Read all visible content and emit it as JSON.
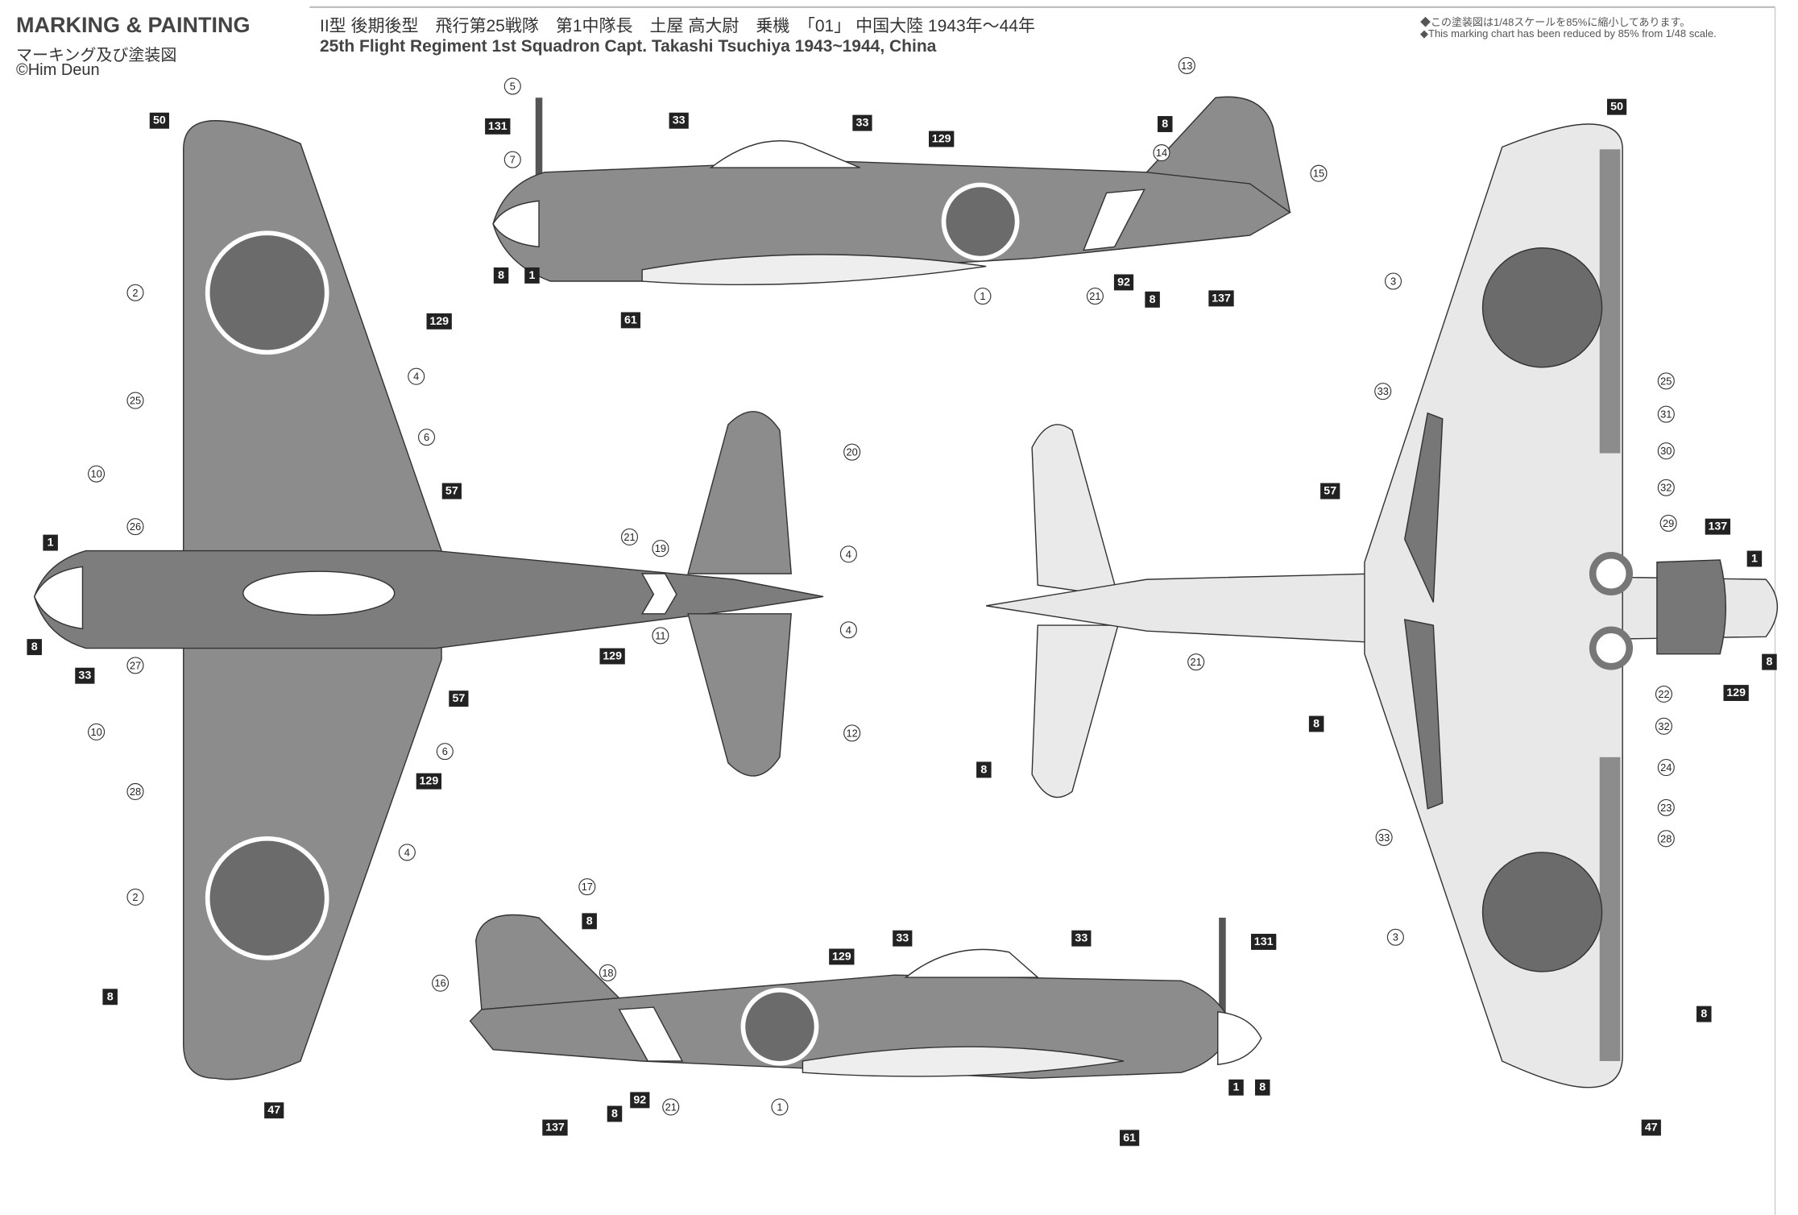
{
  "header": {
    "title": "MARKING & PAINTING",
    "title_jp": "マーキング及び塗装図",
    "credit": "©Him Deun",
    "subtitle_jp": "II型 後期後型　飛行第25戦隊　第1中隊長　土屋 高大尉　乗機　「01」 中国大陸 1943年〜44年",
    "subtitle_en": "25th Flight Regiment 1st Squadron Capt. Takashi Tsuchiya 1943~1944, China",
    "note_jp": "◆この塗装図は1/48スケールを85%に縮小してあります。",
    "note_en": "◆This marking chart has been reduced by 85% from 1/48 scale."
  },
  "colors": {
    "upper": "#8c8c8c",
    "fuselage_dark": "#7a7a7a",
    "hinomaru": "#6b6b6b",
    "underside": "#e8e8e8",
    "outline": "#333333"
  },
  "callouts": [
    "50",
    "2",
    "129",
    "4",
    "25",
    "6",
    "10",
    "57",
    "26",
    "1",
    "8",
    "33",
    "27",
    "57",
    "10",
    "6",
    "129",
    "28",
    "4",
    "2",
    "8",
    "47",
    "5",
    "131",
    "33",
    "33",
    "129",
    "7",
    "8",
    "1",
    "61",
    "1",
    "21",
    "92",
    "8",
    "137",
    "13",
    "8",
    "14",
    "15",
    "20",
    "21",
    "19",
    "4",
    "129",
    "11",
    "4",
    "12",
    "17",
    "8",
    "18",
    "16",
    "129",
    "33",
    "33",
    "131",
    "1",
    "8",
    "92",
    "21",
    "1",
    "8",
    "137",
    "61",
    "21",
    "8",
    "50",
    "3",
    "33",
    "25",
    "31",
    "30",
    "32",
    "29",
    "137",
    "57",
    "1",
    "8",
    "129",
    "22",
    "32",
    "24",
    "23",
    "28",
    "8",
    "33",
    "3",
    "8",
    "47"
  ],
  "callout_styles": "bcbccccbcbbbcbccbccccb"
}
